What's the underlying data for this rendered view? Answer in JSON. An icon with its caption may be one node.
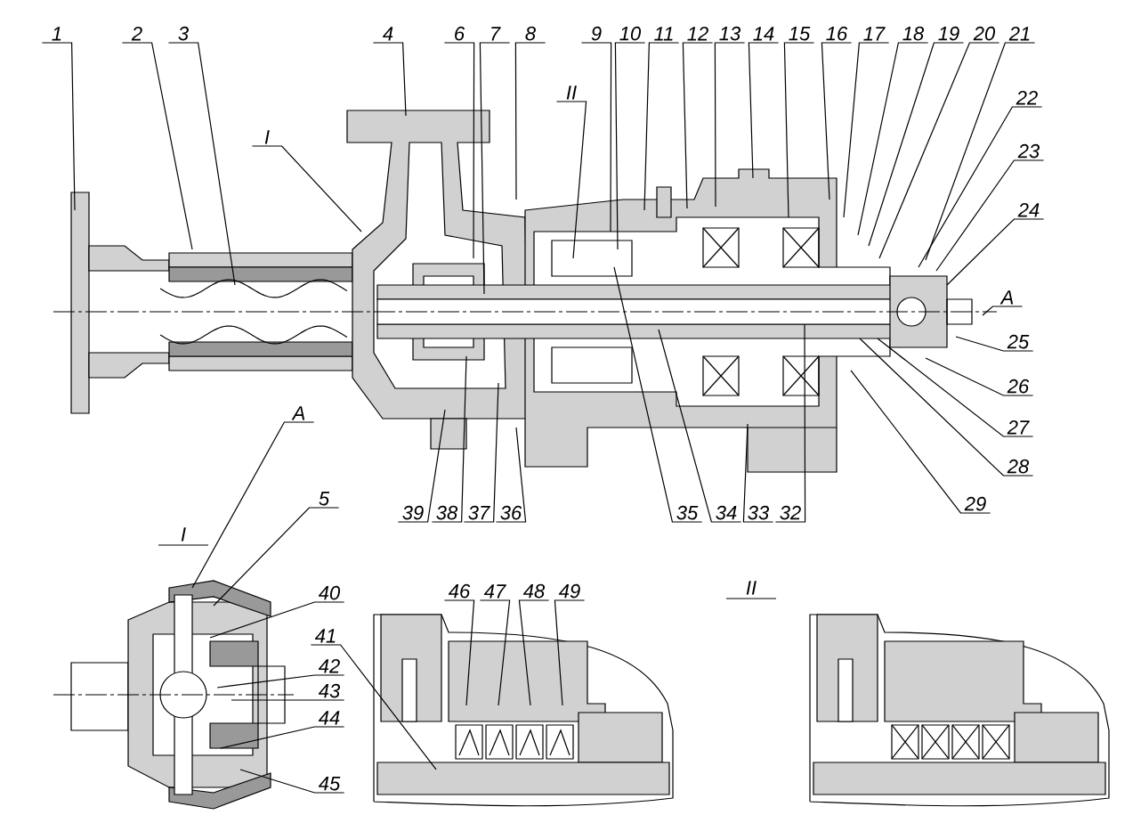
{
  "diagram": {
    "nodes": [
      {
        "text": [
          "1"
        ]
      },
      {
        "text": [
          "2"
        ]
      },
      {
        "text": [
          "3"
        ]
      },
      {
        "text": [
          "4"
        ]
      },
      {
        "text": [
          "6"
        ]
      },
      {
        "text": [
          "7"
        ]
      },
      {
        "text": [
          "8"
        ]
      },
      {
        "text": [
          "9"
        ]
      },
      {
        "text": [
          "10"
        ]
      },
      {
        "text": [
          "11"
        ]
      },
      {
        "text": [
          "12"
        ]
      },
      {
        "text": [
          "13"
        ]
      },
      {
        "text": [
          "14"
        ]
      },
      {
        "text": [
          "15"
        ]
      },
      {
        "text": [
          "16"
        ]
      },
      {
        "text": [
          "17"
        ]
      },
      {
        "text": [
          "18"
        ]
      },
      {
        "text": [
          "19"
        ]
      },
      {
        "text": [
          "20"
        ]
      },
      {
        "text": [
          "21"
        ]
      },
      {
        "text": [
          "II"
        ]
      },
      {
        "text": [
          "22"
        ]
      },
      {
        "text": [
          "I"
        ]
      },
      {
        "text": [
          "23"
        ]
      },
      {
        "text": [
          "24"
        ]
      },
      {
        "text": [
          "A"
        ]
      },
      {
        "text": [
          "25"
        ]
      },
      {
        "text": [
          "26"
        ]
      },
      {
        "text": [
          "27"
        ]
      },
      {
        "text": [
          "28"
        ]
      },
      {
        "text": [
          "A"
        ]
      },
      {
        "text": [
          "29"
        ]
      },
      {
        "text": [
          "39"
        ]
      },
      {
        "text": [
          "38"
        ]
      },
      {
        "text": [
          "37"
        ]
      },
      {
        "text": [
          "36"
        ]
      },
      {
        "text": [
          "35"
        ]
      },
      {
        "text": [
          "34"
        ]
      },
      {
        "text": [
          "33"
        ]
      },
      {
        "text": [
          "32"
        ]
      },
      {
        "text": [
          "5"
        ]
      },
      {
        "text": [
          "40"
        ]
      },
      {
        "text": [
          "46"
        ]
      },
      {
        "text": [
          "47"
        ]
      },
      {
        "text": [
          "48"
        ]
      },
      {
        "text": [
          "49"
        ]
      },
      {
        "text": [
          "41"
        ]
      },
      {
        "text": [
          "42"
        ]
      },
      {
        "text": [
          "43"
        ]
      },
      {
        "text": [
          "44"
        ]
      },
      {
        "text": [
          "45"
        ]
      }
    ],
    "edges": [
      {
        "from": 0,
        "to": null,
        "arrow": "none"
      },
      {
        "from": 1,
        "to": null,
        "arrow": "none"
      },
      {
        "from": 2,
        "to": null,
        "arrow": "none"
      },
      {
        "from": 3,
        "to": null,
        "arrow": "none"
      },
      {
        "from": 4,
        "to": null,
        "arrow": "none"
      },
      {
        "from": 5,
        "to": null,
        "arrow": "none"
      },
      {
        "from": 6,
        "to": null,
        "arrow": "none"
      },
      {
        "from": 7,
        "to": null,
        "arrow": "none"
      },
      {
        "from": 8,
        "to": null,
        "arrow": "none"
      },
      {
        "from": 9,
        "to": null,
        "arrow": "none"
      },
      {
        "from": 10,
        "to": null,
        "arrow": "none"
      },
      {
        "from": 11,
        "to": null,
        "arrow": "none"
      },
      {
        "from": 12,
        "to": null,
        "arrow": "none"
      },
      {
        "from": 13,
        "to": null,
        "arrow": "none"
      },
      {
        "from": 14,
        "to": null,
        "arrow": "none"
      },
      {
        "from": 15,
        "to": null,
        "arrow": "none"
      },
      {
        "from": 16,
        "to": null,
        "arrow": "none"
      },
      {
        "from": 17,
        "to": null,
        "arrow": "none"
      },
      {
        "from": 18,
        "to": null,
        "arrow": "none"
      },
      {
        "from": 19,
        "to": null,
        "arrow": "none"
      },
      {
        "from": 20,
        "to": null,
        "arrow": "none"
      },
      {
        "from": 21,
        "to": null,
        "arrow": "none"
      },
      {
        "from": 22,
        "to": null,
        "arrow": "none"
      },
      {
        "from": 23,
        "to": null,
        "arrow": "none"
      },
      {
        "from": 24,
        "to": null,
        "arrow": "none"
      },
      {
        "from": 25,
        "to": null,
        "arrow": "none"
      },
      {
        "from": 26,
        "to": null,
        "arrow": "none"
      },
      {
        "from": 27,
        "to": null,
        "arrow": "none"
      },
      {
        "from": 28,
        "to": null,
        "arrow": "none"
      },
      {
        "from": 29,
        "to": null,
        "arrow": "none"
      },
      {
        "from": 30,
        "to": null,
        "arrow": "none"
      },
      {
        "from": 31,
        "to": null,
        "arrow": "none"
      },
      {
        "from": 32,
        "to": null,
        "arrow": "none"
      },
      {
        "from": 33,
        "to": null,
        "arrow": "none"
      },
      {
        "from": 34,
        "to": null,
        "arrow": "none"
      },
      {
        "from": 35,
        "to": null,
        "arrow": "none"
      },
      {
        "from": 36,
        "to": null,
        "arrow": "none"
      },
      {
        "from": 37,
        "to": null,
        "arrow": "none"
      },
      {
        "from": 38,
        "to": null,
        "arrow": "none"
      },
      {
        "from": 39,
        "to": null,
        "arrow": "none"
      },
      {
        "from": 40,
        "to": null,
        "arrow": "none"
      },
      {
        "from": 41,
        "to": null,
        "arrow": "none"
      },
      {
        "from": 42,
        "to": null,
        "arrow": "none"
      },
      {
        "from": 43,
        "to": null,
        "arrow": "none"
      },
      {
        "from": 44,
        "to": null,
        "arrow": "none"
      },
      {
        "from": 45,
        "to": null,
        "arrow": "none"
      },
      {
        "from": 46,
        "to": null,
        "arrow": "none"
      },
      {
        "from": 47,
        "to": null,
        "arrow": "none"
      },
      {
        "from": 48,
        "to": null,
        "arrow": "none"
      },
      {
        "from": 49,
        "to": null,
        "arrow": "none"
      },
      {
        "from": 50,
        "to": null,
        "arrow": "none"
      }
    ],
    "labels": [
      "I",
      "II"
    ]
  }
}
